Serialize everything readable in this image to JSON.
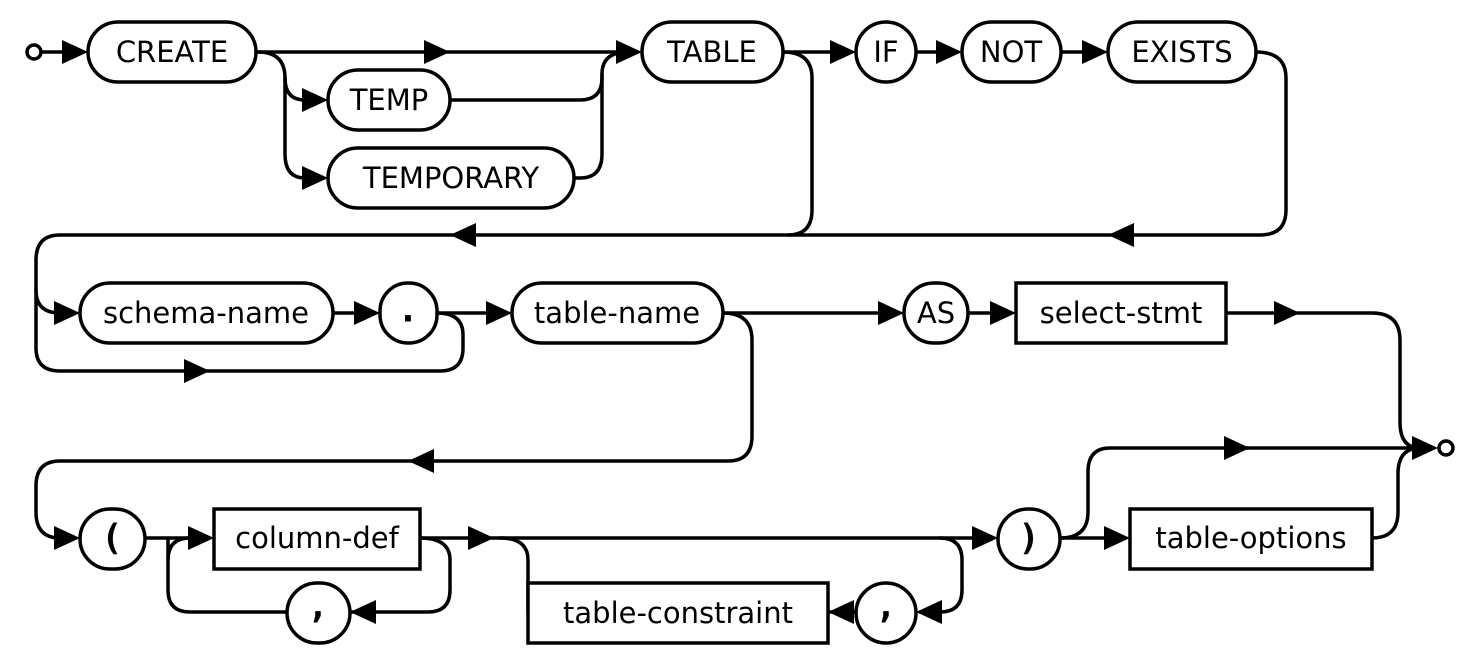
{
  "diagram": {
    "keywords": {
      "create": "CREATE",
      "temp": "TEMP",
      "temporary": "TEMPORARY",
      "table": "TABLE",
      "if": "IF",
      "not": "NOT",
      "exists": "EXISTS",
      "as": "AS"
    },
    "punctuation": {
      "dot": ".",
      "open_paren": "(",
      "close_paren": ")",
      "comma_column": ",",
      "comma_constraint": ","
    },
    "nonterminals": {
      "schema_name": "schema-name",
      "table_name": "table-name",
      "select_stmt": "select-stmt",
      "column_def": "column-def",
      "table_constraint": "table-constraint",
      "table_options": "table-options"
    }
  }
}
